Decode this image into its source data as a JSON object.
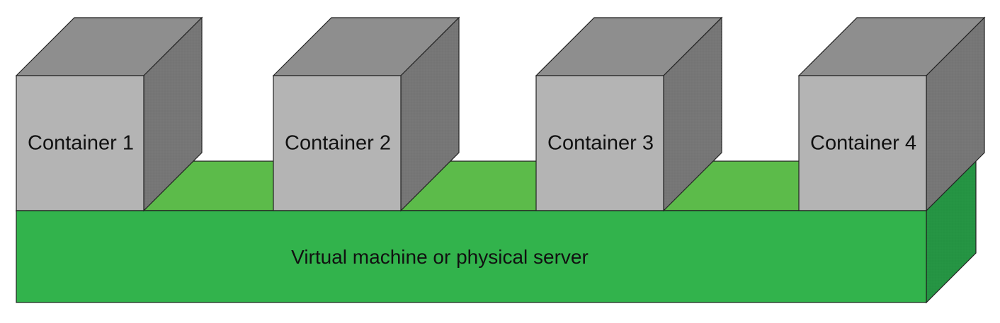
{
  "diagram": {
    "server": {
      "label": "Virtual machine or physical server",
      "colors": {
        "front": "#32b34c",
        "top": "#5cbb4a",
        "side": "#259443"
      }
    },
    "container_colors": {
      "front": "#b4b4b4",
      "top": "#8e8e8e",
      "side": "#767676"
    },
    "containers": [
      {
        "label": "Container 1"
      },
      {
        "label": "Container 2"
      },
      {
        "label": "Container 3"
      },
      {
        "label": "Container 4"
      }
    ]
  }
}
